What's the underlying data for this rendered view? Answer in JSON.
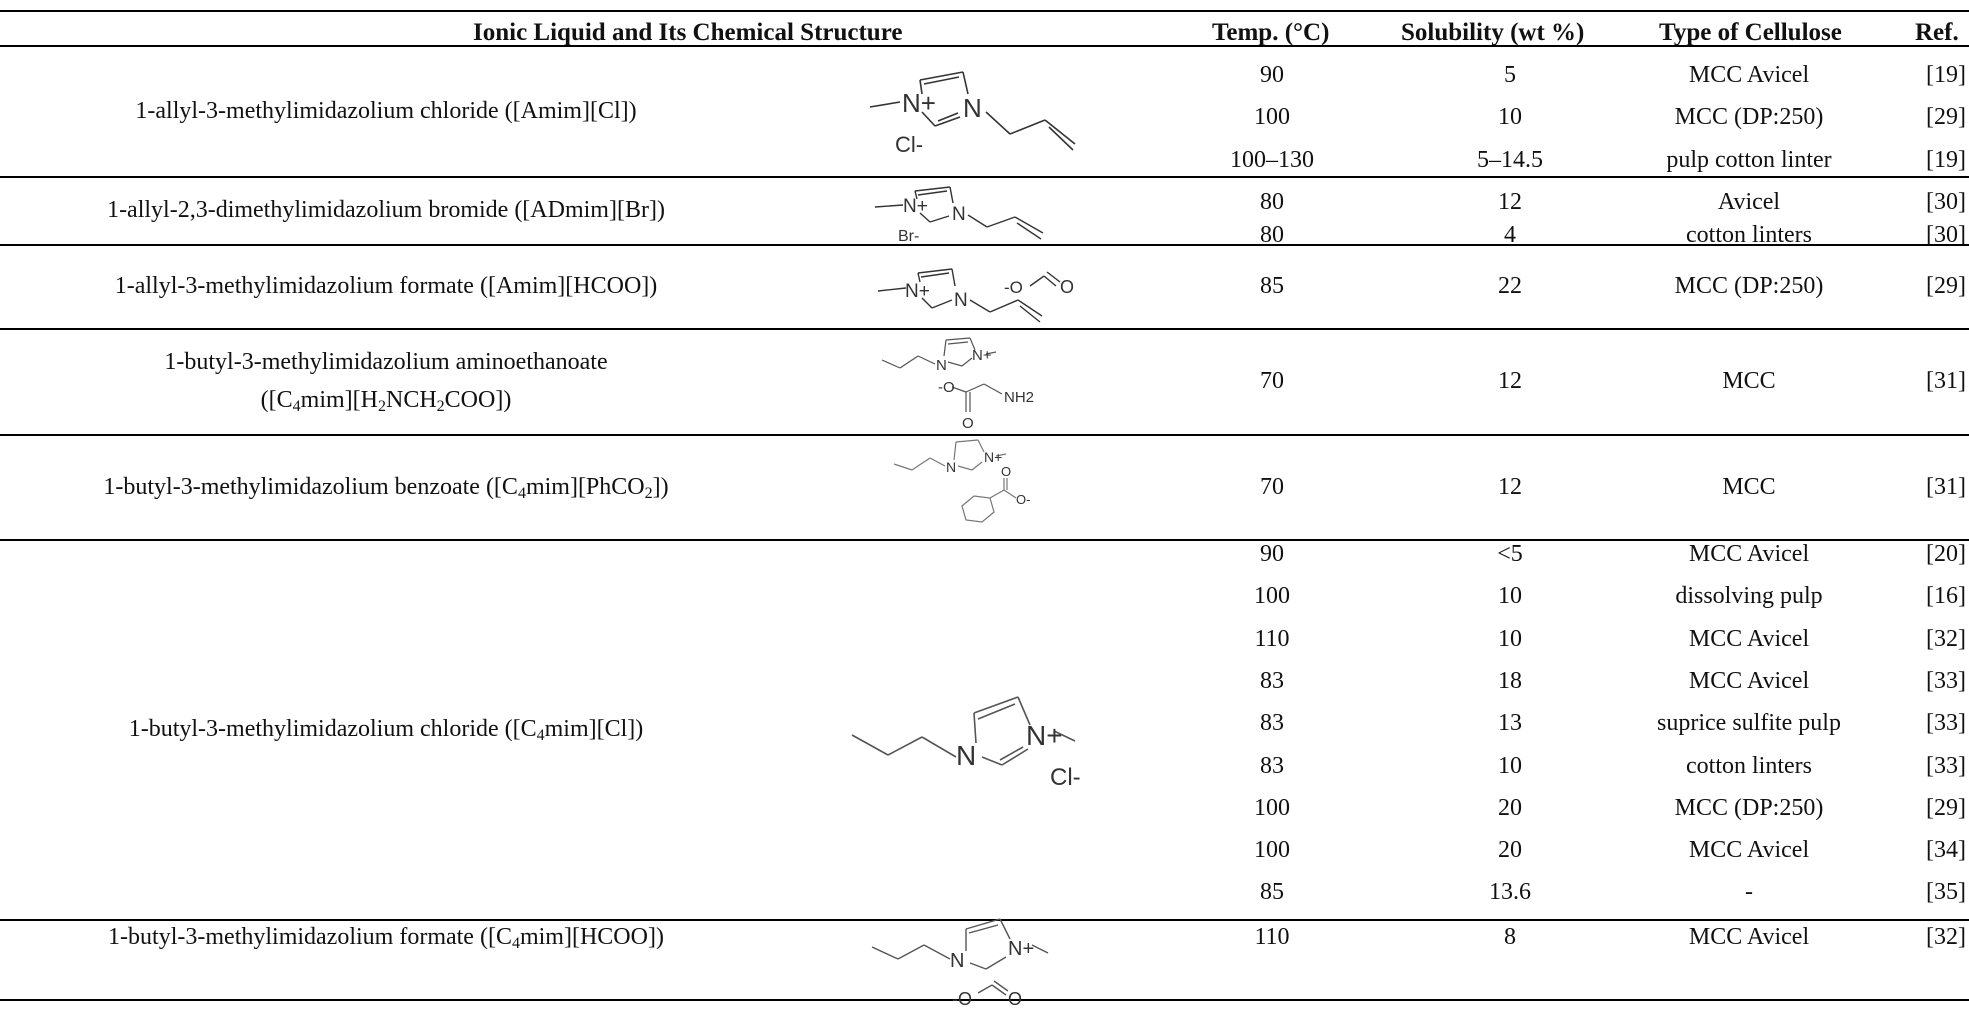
{
  "headers": {
    "il": "Ionic Liquid and Its Chemical Structure",
    "temp": "Temp. (°C)",
    "sol": "Solubility (wt %)",
    "type": "Type of Cellulose",
    "ref": "Ref."
  },
  "liquids": [
    {
      "name_parts": [
        {
          "t": "1-allyl-3-methylimidazolium chloride ([Amim][Cl])"
        }
      ],
      "rows": [
        {
          "temp": "90",
          "sol": "5",
          "type": "MCC Avicel",
          "ref": "[19]"
        },
        {
          "temp": "100",
          "sol": "10",
          "type": "MCC (DP:250)",
          "ref": "[29]"
        },
        {
          "temp": "100–130",
          "sol": "5–14.5",
          "type": "pulp cotton linter",
          "ref": "[19]"
        }
      ]
    },
    {
      "name_parts": [
        {
          "t": "1-allyl-2,3-dimethylimidazolium bromide ([ADmim][Br])"
        }
      ],
      "rows": [
        {
          "temp": "80",
          "sol": "12",
          "type": "Avicel",
          "ref": "[30]"
        },
        {
          "temp": "80",
          "sol": "4",
          "type": "cotton linters",
          "ref": "[30]"
        }
      ]
    },
    {
      "name_parts": [
        {
          "t": "1-allyl-3-methylimidazolium formate ([Amim][HCOO])"
        }
      ],
      "rows": [
        {
          "temp": "85",
          "sol": "22",
          "type": "MCC (DP:250)",
          "ref": "[29]"
        }
      ]
    },
    {
      "name_parts": [
        {
          "t": "1-butyl-3-methylimidazolium aminoethanoate"
        },
        {
          "br": true
        },
        {
          "t": "([C"
        },
        {
          "sub": "4"
        },
        {
          "t": "mim][H"
        },
        {
          "sub": "2"
        },
        {
          "t": "NCH"
        },
        {
          "sub": "2"
        },
        {
          "t": "COO])"
        }
      ],
      "rows": [
        {
          "temp": "70",
          "sol": "12",
          "type": "MCC",
          "ref": "[31]"
        }
      ]
    },
    {
      "name_parts": [
        {
          "t": "1-butyl-3-methylimidazolium benzoate ([C"
        },
        {
          "sub": "4"
        },
        {
          "t": "mim][PhCO"
        },
        {
          "sub": "2"
        },
        {
          "t": "])"
        }
      ],
      "rows": [
        {
          "temp": "70",
          "sol": "12",
          "type": "MCC",
          "ref": "[31]"
        }
      ]
    },
    {
      "name_parts": [
        {
          "t": "1-butyl-3-methylimidazolium chloride ([C"
        },
        {
          "sub": "4"
        },
        {
          "t": "mim][Cl])"
        }
      ],
      "rows": [
        {
          "temp": "90",
          "sol": "<5",
          "type": "MCC Avicel",
          "ref": "[20]"
        },
        {
          "temp": "100",
          "sol": "10",
          "type": "dissolving pulp",
          "ref": "[16]"
        },
        {
          "temp": "110",
          "sol": "10",
          "type": "MCC Avicel",
          "ref": "[32]"
        },
        {
          "temp": "83",
          "sol": "18",
          "type": "MCC Avicel",
          "ref": "[33]"
        },
        {
          "temp": "83",
          "sol": "13",
          "type": "suprice sulfite pulp",
          "ref": "[33]"
        },
        {
          "temp": "83",
          "sol": "10",
          "type": "cotton linters",
          "ref": "[33]"
        },
        {
          "temp": "100",
          "sol": "20",
          "type": "MCC (DP:250)",
          "ref": "[29]"
        },
        {
          "temp": "100",
          "sol": "20",
          "type": "MCC Avicel",
          "ref": "[34]"
        },
        {
          "temp": "85",
          "sol": "13.6",
          "type": "-",
          "ref": "[35]"
        }
      ]
    },
    {
      "name_parts": [
        {
          "t": "1-butyl-3-methylimidazolium formate ([C"
        },
        {
          "sub": "4"
        },
        {
          "t": "mim][HCOO])"
        }
      ],
      "rows": [
        {
          "temp": "110",
          "sol": "8",
          "type": "MCC Avicel",
          "ref": "[32]"
        }
      ]
    }
  ],
  "structure_labels": {
    "amim_cl": {
      "n_plus": "N+",
      "n": "N",
      "anion": "Cl-"
    },
    "admim_br": {
      "n_plus": "N+",
      "n": "N",
      "anion": "Br-"
    },
    "amim_hcoo": {
      "n_plus": "N+",
      "n": "N",
      "anion_o": "-O",
      "o": "O"
    },
    "c4_gly": {
      "n": "N",
      "n_plus": "N+",
      "anion_o": "-O",
      "o": "O",
      "nh2": "NH2"
    },
    "c4_benz": {
      "n": "N",
      "n_plus": "N+",
      "o": "O",
      "anion_o": "O-"
    },
    "c4_cl": {
      "n": "N",
      "n_plus": "N+",
      "anion": "Cl-"
    },
    "c4_hcoo": {
      "n": "N",
      "n_plus": "N+",
      "anion_o": "-O",
      "o": "O"
    }
  }
}
